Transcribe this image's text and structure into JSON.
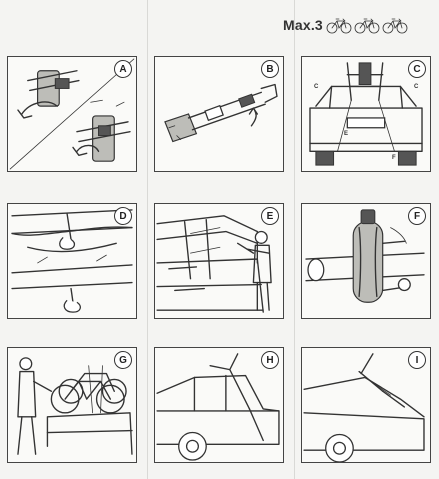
{
  "header": {
    "max_text": "Max.3",
    "bike_icon_count": 3
  },
  "steps": [
    {
      "label": "A"
    },
    {
      "label": "B"
    },
    {
      "label": "C"
    },
    {
      "label": "D"
    },
    {
      "label": "E"
    },
    {
      "label": "F"
    },
    {
      "label": "G"
    },
    {
      "label": "H"
    },
    {
      "label": "I"
    }
  ],
  "callouts": {
    "c_left": "C",
    "c_right": "C",
    "e": "E",
    "f": "F"
  }
}
